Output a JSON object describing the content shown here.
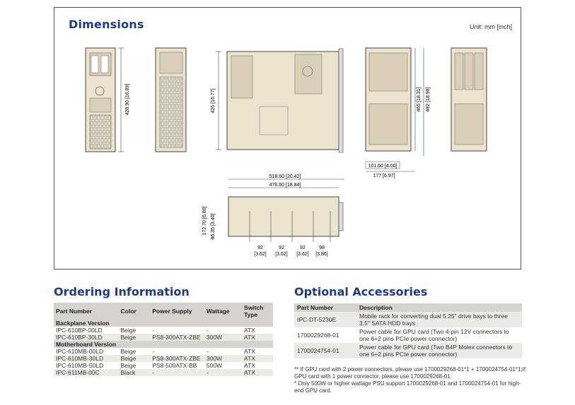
{
  "dimensions": {
    "title": "Dimensions",
    "unit": "Unit: mm [inch]",
    "labels": {
      "side_height": "428.90 [16.89]",
      "top_depth": "426 [16.77]",
      "front_h1": "465 [18.31]",
      "front_h2": "482 [18.98]",
      "front_w1": "101.60 [4.00]",
      "front_w2": "177 [6.97]",
      "bottom_w1": "518.60 [20.42]",
      "bottom_w2": "478.60 [18.84]",
      "bottom_h1": "172.70 [6.80]",
      "bottom_h2": "86.35 [3.40]",
      "pitch1_a": "92",
      "pitch1_b": "[3.62]",
      "pitch2_a": "92",
      "pitch2_b": "[3.62]",
      "pitch3_a": "92",
      "pitch3_b": "[3.62]",
      "pitch4_a": "98",
      "pitch4_b": "[3.86]"
    }
  },
  "ordering": {
    "title": "Ordering Information",
    "headers": [
      "Part Number",
      "Color",
      "Power Supply",
      "Wattage",
      "Switch Type"
    ],
    "groups": [
      {
        "name": "Backplane Version",
        "rows": [
          [
            "IPC-610BP-00LD",
            "Beige",
            "-",
            "-",
            "ATX"
          ],
          [
            "IPC-610BP-30LD",
            "Beige",
            "PS8-300ATX-ZBE",
            "300W",
            "ATX"
          ]
        ]
      },
      {
        "name": "Motherboard Version",
        "rows": [
          [
            "IPC-610MB-00LD",
            "Beige",
            "-",
            "-",
            "ATX"
          ],
          [
            "IPC-610MB-30LD",
            "Beige",
            "PS8-300ATX-ZBE",
            "300W",
            "ATX"
          ],
          [
            "IPC-610MB-50LD",
            "Beige",
            "PS8-500ATX-BB",
            "500W",
            "ATX"
          ],
          [
            "IPC-611MB-00C",
            "Black",
            "-",
            "-",
            "ATX"
          ]
        ]
      }
    ]
  },
  "accessories": {
    "title": "Optional Accessories",
    "headers": [
      "Part Number",
      "Description"
    ],
    "rows": [
      [
        "IPC-DT-5230E",
        "Mobile rack for converting dual 5.25\" drive bays to three 3.5\" SATA HDD trays"
      ],
      [
        "1700029268-01",
        "Power cable for GPU card (Two 4-pin 12V connectors to one 6+2 pins PCIe power connector)"
      ],
      [
        "1700024754-01",
        "Power cable for GPU card (Two B4P Molex connectors to one 6+2 pins PCIe power connector)"
      ]
    ],
    "notes": [
      "** If GPU card with 2 power connectors, please use 1700029268-01*1 + 1700024754-01*1;If GPU card with 1 power connector, please use 1700029268-01.",
      "* Only 500W or higher wattage PSU support 1700029268-01 and 1700024754-01 for high-end GPU card."
    ]
  },
  "colors": {
    "heading": "#1f3a8a",
    "header_bg": "#d6d3ce",
    "chassis": "#ece3cf",
    "line": "#444444"
  }
}
